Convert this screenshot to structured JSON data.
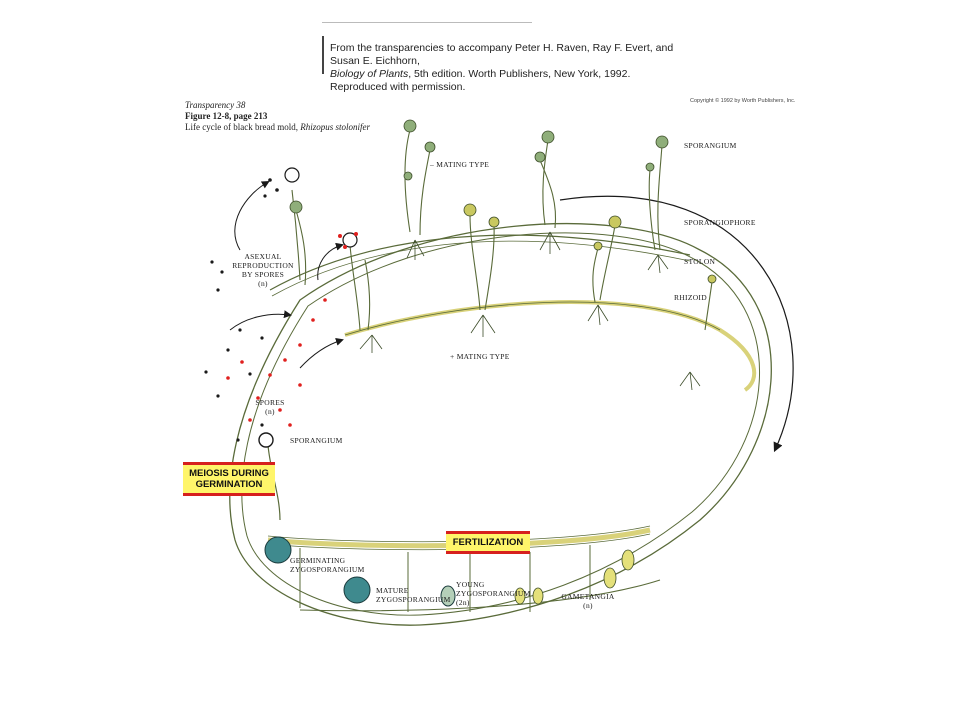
{
  "credit": {
    "line1": "From the transparencies to accompany Peter H. Raven, Ray F. Evert, and Susan E. Eichhorn,",
    "line2_italic": "Biology of Plants",
    "line2_rest": ", 5th edition.  Worth Publishers, New York, 1992.  Reproduced with permission."
  },
  "transparency": {
    "number": "Transparency 38",
    "figure": "Figure 12-8, page 213",
    "caption_prefix": "Life cycle of black bread mold, ",
    "caption_species": "Rhizopus stolonifer"
  },
  "copyright": "Copyright © 1992 by Worth Publishers, Inc.",
  "labels": {
    "minus_mating_type": "– MATING TYPE",
    "plus_mating_type": "+ MATING TYPE",
    "sporangium_top": "SPORANGIUM",
    "sporangiophore": "SPORANGIOPHORE",
    "stolon": "STOLON",
    "rhizoid": "RHIZOID",
    "asexual_1": "ASEXUAL",
    "asexual_2": "REPRODUCTION",
    "asexual_3": "BY SPORES",
    "asexual_4": "(n)",
    "spores_1": "SPORES",
    "spores_2": "(n)",
    "sporangium_left": "SPORANGIUM",
    "germinating_1": "GERMINATING",
    "germinating_2": "ZYGOSPORANGIUM",
    "mature_1": "MATURE",
    "mature_2": "ZYGOSPORANGIUM",
    "young_1": "YOUNG",
    "young_2": "ZYGOSPORANGIUM",
    "young_3": "(2n)",
    "gametangia_1": "GAMETANGIA",
    "gametangia_2": "(n)"
  },
  "banners": {
    "meiosis_1": "MEIOSIS DURING",
    "meiosis_2": "GERMINATION",
    "fertilization": "FERTILIZATION"
  },
  "colors": {
    "stolon_stroke": "#5a6b3a",
    "stolon_fill": "#f3f0b8",
    "sporangium_green": "#8fae7a",
    "zygo_blue": "#3f8a8e",
    "spore_red": "#e0201e",
    "banner_yellow": "#fff56a",
    "banner_red": "#d6201e"
  }
}
